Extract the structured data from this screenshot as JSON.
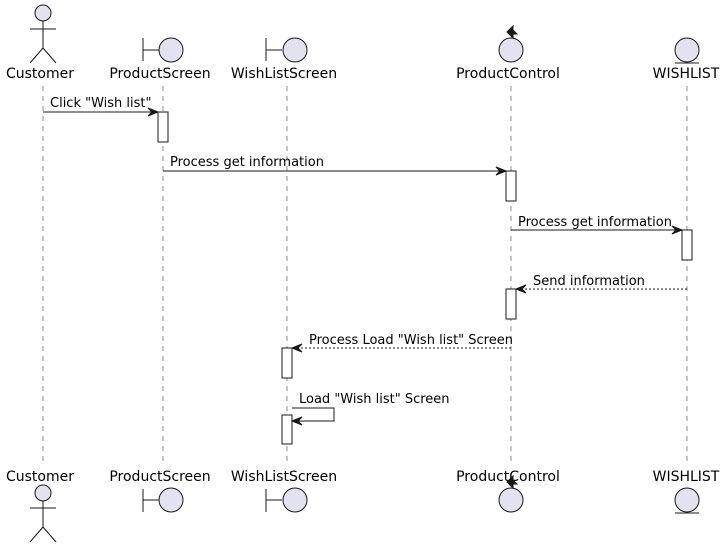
{
  "participants": [
    {
      "name": "Customer",
      "kind": "actor"
    },
    {
      "name": "ProductScreen",
      "kind": "boundary"
    },
    {
      "name": "WishListScreen",
      "kind": "boundary"
    },
    {
      "name": "ProductControl",
      "kind": "control"
    },
    {
      "name": "WISHLIST",
      "kind": "entity"
    }
  ],
  "messages": [
    {
      "from": "Customer",
      "to": "ProductScreen",
      "label": "Click \"Wish list\"",
      "style": "solid"
    },
    {
      "from": "ProductScreen",
      "to": "ProductControl",
      "label": "Process get information",
      "style": "solid"
    },
    {
      "from": "ProductControl",
      "to": "WISHLIST",
      "label": "Process get information",
      "style": "solid"
    },
    {
      "from": "WISHLIST",
      "to": "ProductControl",
      "label": "Send information",
      "style": "dashed"
    },
    {
      "from": "ProductControl",
      "to": "WishListScreen",
      "label": "Process Load \"Wish list\" Screen",
      "style": "dashed"
    },
    {
      "from": "WishListScreen",
      "to": "WishListScreen",
      "label": "Load \"Wish list\" Screen",
      "style": "solid"
    }
  ],
  "colors": {
    "participant_fill": "#E2E2F0",
    "stroke": "#181818",
    "background": "#FFFFFF"
  }
}
